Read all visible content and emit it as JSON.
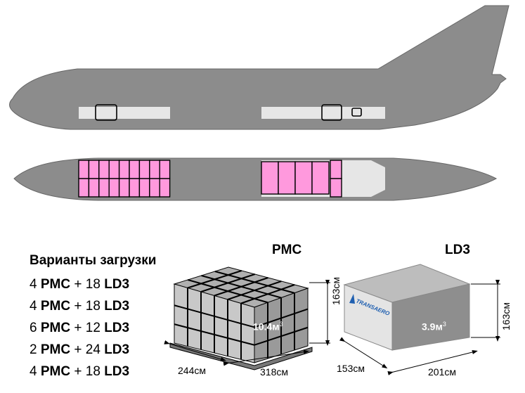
{
  "options": {
    "title": "Варианты загрузки",
    "rows": [
      {
        "n1": "4",
        "u1": "PMC",
        "plus": "+",
        "n2": "18",
        "u2": "LD3"
      },
      {
        "n1": "4",
        "u1": "PMC",
        "plus": "+",
        "n2": "18",
        "u2": "LD3"
      },
      {
        "n1": "6",
        "u1": "PMC",
        "plus": "+",
        "n2": "12",
        "u2": "LD3"
      },
      {
        "n1": "2",
        "u1": "PMC",
        "plus": "+",
        "n2": "24",
        "u2": "LD3"
      },
      {
        "n1": "4",
        "u1": "PMC",
        "plus": "+",
        "n2": "18",
        "u2": "LD3"
      }
    ]
  },
  "pmc": {
    "label": "PMC",
    "volume": "10.4м",
    "volume_exp": "3",
    "height": "163см",
    "width": "244см",
    "length": "318см"
  },
  "ld3": {
    "label": "LD3",
    "volume": "3.9м",
    "volume_exp": "3",
    "height": "163см",
    "depth": "153см",
    "length": "201см",
    "logo": "TRANSAERO"
  },
  "colors": {
    "fuselage": "#8c8c8c",
    "cargo_area": "#e6e6e6",
    "pmc_container": "#ff99dd",
    "container_grey": "#999999",
    "transaero_blue": "#1f5fb0"
  }
}
